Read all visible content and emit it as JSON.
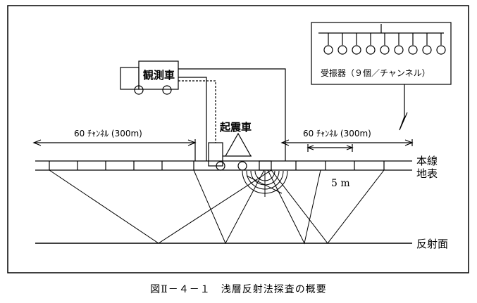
{
  "labels": {
    "observation_truck": "観測車",
    "source_truck": "起震車",
    "geophones": "受振器（９個／チャンネル）",
    "left_spread": "60 ﾁｬﾝﾈﾙ (300m)",
    "right_spread": "60 ﾁｬﾝﾈﾙ (300m)",
    "spacing": "5 m",
    "main_line": "本線",
    "ground_surface": "地表",
    "reflector": "反射面"
  },
  "caption": "図Ⅱ－４－１　浅層反射法探査の概要"
}
